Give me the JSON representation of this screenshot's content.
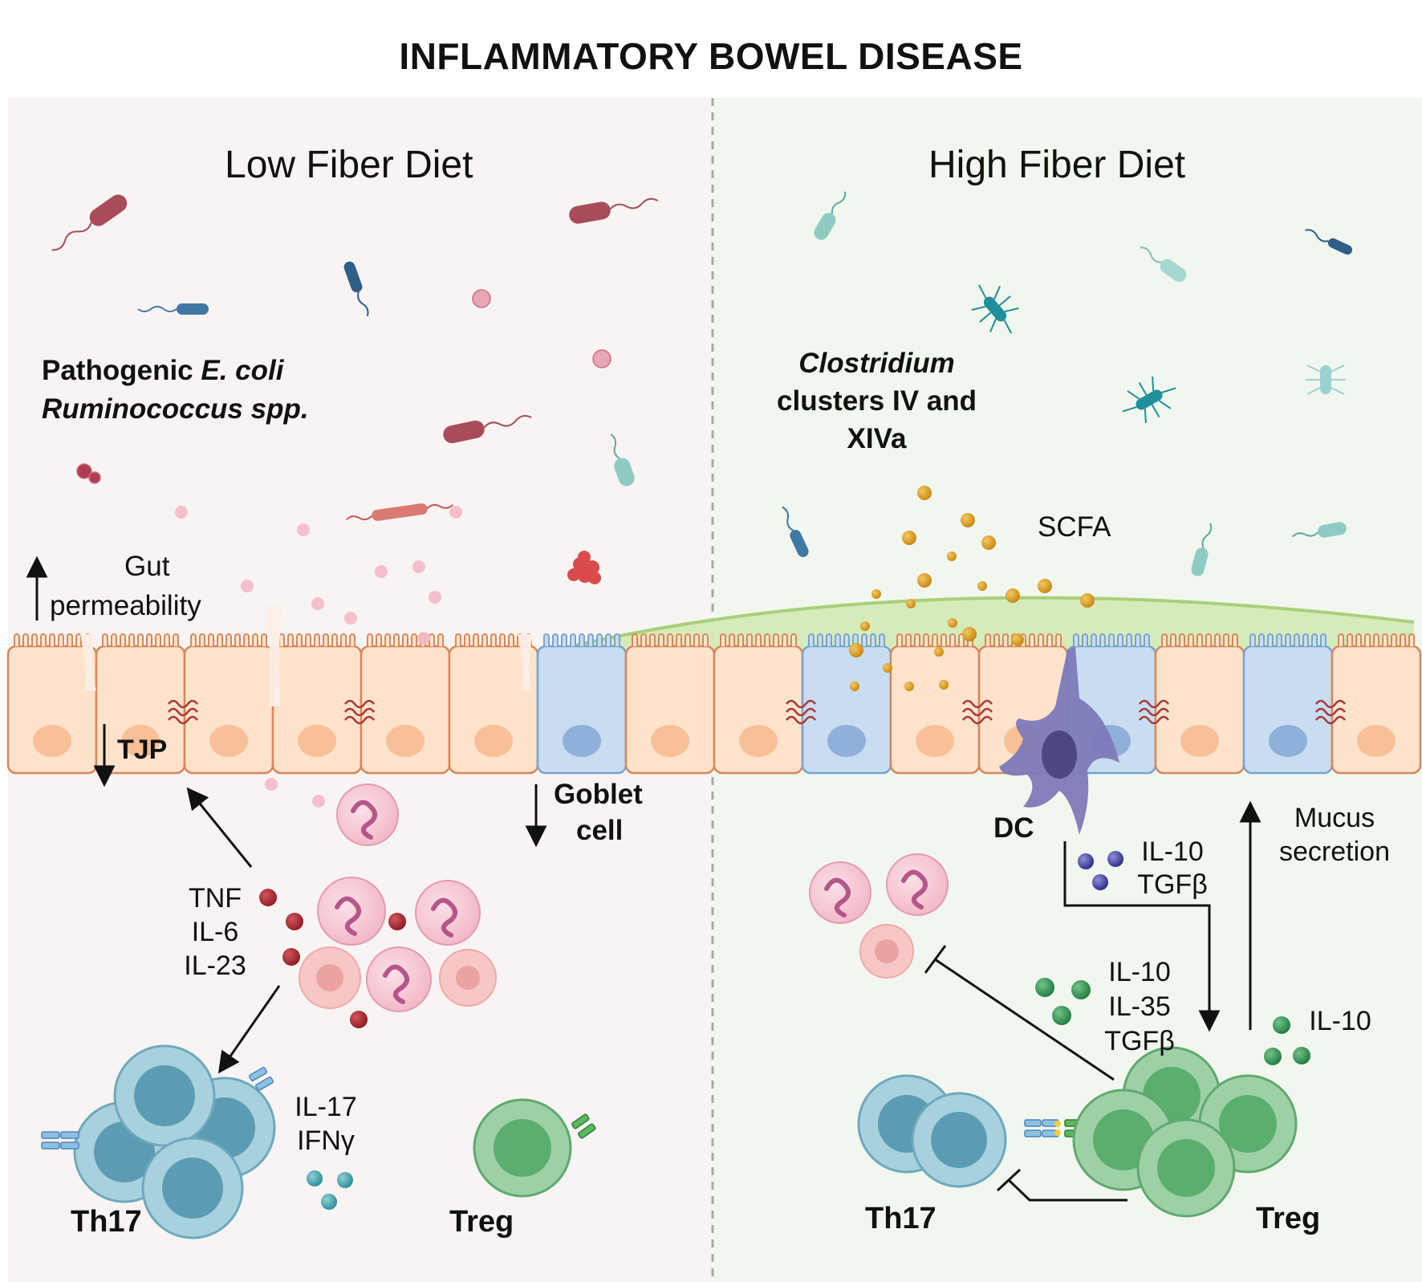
{
  "title": "INFLAMMATORY BOWEL DISEASE",
  "left_panel": {
    "heading": "Low Fiber Diet",
    "bacteria_label_line1_prefix": "Pathogenic ",
    "bacteria_label_line1_italic": "E. coli",
    "bacteria_label_line2": "Ruminococcus spp.",
    "gut_permeability": [
      "Gut",
      "permeability"
    ],
    "tjp": "TJP",
    "goblet_cell": [
      "Goblet",
      "cell"
    ],
    "cytokines_inflammatory": [
      "TNF",
      "IL-6",
      "IL-23"
    ],
    "cytokines_th17": [
      "IL-17",
      "IFNγ"
    ],
    "th17": "Th17",
    "treg": "Treg"
  },
  "right_panel": {
    "heading": "High Fiber Diet",
    "bacteria_label_italic": "Clostridium",
    "bacteria_label_rest": [
      "clusters IV and",
      "XIVa"
    ],
    "scfa": "SCFA",
    "dc": "DC",
    "dc_cytokines": [
      "IL-10",
      "TGFβ"
    ],
    "treg_cytokines": [
      "IL-10",
      "IL-35",
      "TGFβ"
    ],
    "mucus_secretion": [
      "Mucus",
      "secretion"
    ],
    "il10_right": "IL-10",
    "th17": "Th17",
    "treg": "Treg"
  },
  "colors": {
    "left_bg": "#f8f4f3",
    "right_bg": "#f1f7ee",
    "enterocyte": "#fde3cc",
    "enterocyte_border": "#d9875a",
    "goblet": "#c9ddf1",
    "goblet_border": "#7aa3cf",
    "mucus": "#d3e9b4",
    "pathogen": "#a84c5a",
    "commensal": "#8fcbc3",
    "scfa": "#d59a21",
    "th17": "#7fb9cc",
    "treg": "#7fc28f",
    "neutrophil": "#e9b6d0",
    "dendritic_cell": "#7d79b8"
  }
}
